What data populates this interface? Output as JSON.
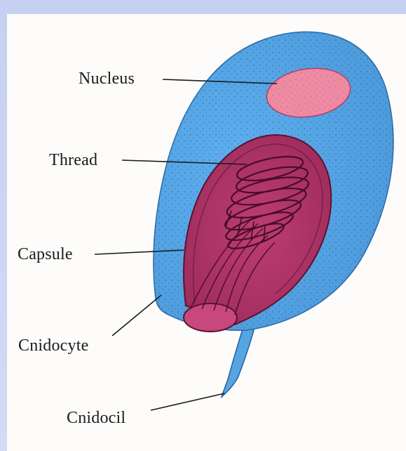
{
  "diagram": {
    "labels": {
      "nucleus": "Nucleus",
      "thread": "Thread",
      "capsule": "Capsule",
      "cnidocyte": "Cnidocyte",
      "cnidocil": "Cnidocil"
    },
    "colors": {
      "cell_body": "#57a8e6",
      "stipple": "#1f4f86",
      "nucleus": "#f1869e",
      "capsule": "#b5376b",
      "capsule_dark": "#7a1b43",
      "background": "#fdfcfa",
      "frame": "#c9d3f2"
    }
  }
}
